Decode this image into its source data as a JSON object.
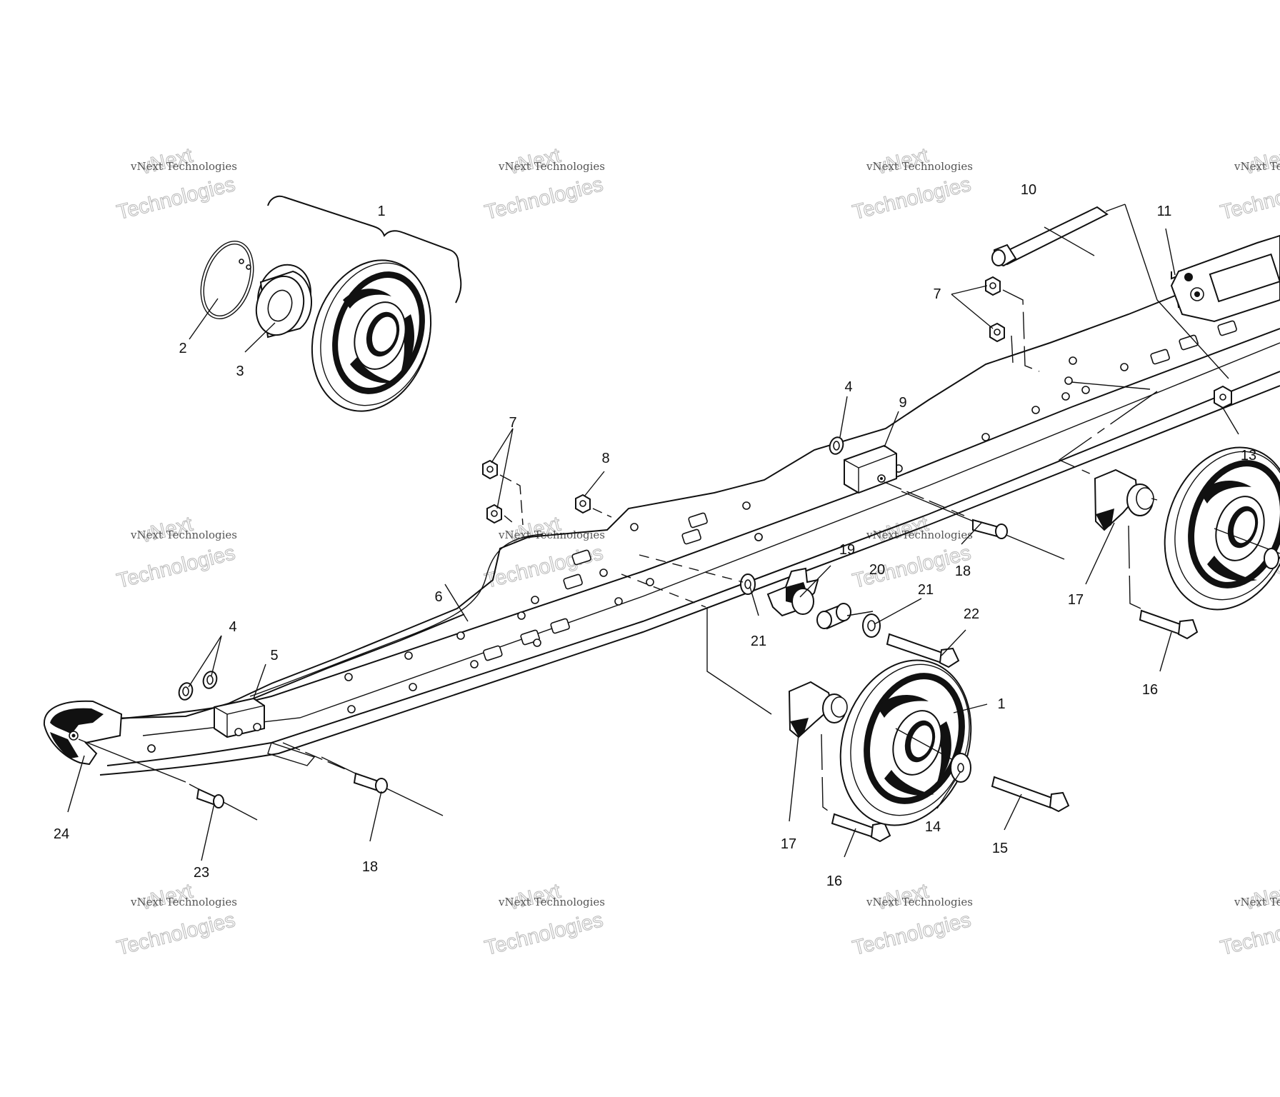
{
  "diagram": {
    "part_numbers": [
      "1",
      "2",
      "3",
      "4",
      "5",
      "6",
      "7",
      "8",
      "9",
      "10",
      "11",
      "13",
      "14",
      "15",
      "16",
      "17",
      "18",
      "19",
      "20",
      "21",
      "22",
      "23",
      "24"
    ],
    "labels": [
      {
        "id": "label-1-top",
        "text": "1"
      },
      {
        "id": "label-2",
        "text": "2"
      },
      {
        "id": "label-3",
        "text": "3"
      },
      {
        "id": "label-10",
        "text": "10"
      },
      {
        "id": "label-11",
        "text": "11"
      },
      {
        "id": "label-7-right",
        "text": "7"
      },
      {
        "id": "label-4-upper",
        "text": "4"
      },
      {
        "id": "label-9",
        "text": "9"
      },
      {
        "id": "label-13",
        "text": "13"
      },
      {
        "id": "label-7-left",
        "text": "7"
      },
      {
        "id": "label-8",
        "text": "8"
      },
      {
        "id": "label-19",
        "text": "19"
      },
      {
        "id": "label-20",
        "text": "20"
      },
      {
        "id": "label-21-right",
        "text": "21"
      },
      {
        "id": "label-22",
        "text": "22"
      },
      {
        "id": "label-18-right",
        "text": "18"
      },
      {
        "id": "label-17-right",
        "text": "17"
      },
      {
        "id": "label-16-right",
        "text": "16"
      },
      {
        "id": "label-6",
        "text": "6"
      },
      {
        "id": "label-4-lower",
        "text": "4"
      },
      {
        "id": "label-5",
        "text": "5"
      },
      {
        "id": "label-21-left",
        "text": "21"
      },
      {
        "id": "label-1-lower",
        "text": "1"
      },
      {
        "id": "label-24",
        "text": "24"
      },
      {
        "id": "label-23",
        "text": "23"
      },
      {
        "id": "label-18-left",
        "text": "18"
      },
      {
        "id": "label-17-lower",
        "text": "17"
      },
      {
        "id": "label-14",
        "text": "14"
      },
      {
        "id": "label-15",
        "text": "15"
      },
      {
        "id": "label-16-lower",
        "text": "16"
      }
    ]
  },
  "watermark": {
    "brand": "vNext",
    "line_small": "vNext Technologies",
    "line_large": "Technologies"
  }
}
